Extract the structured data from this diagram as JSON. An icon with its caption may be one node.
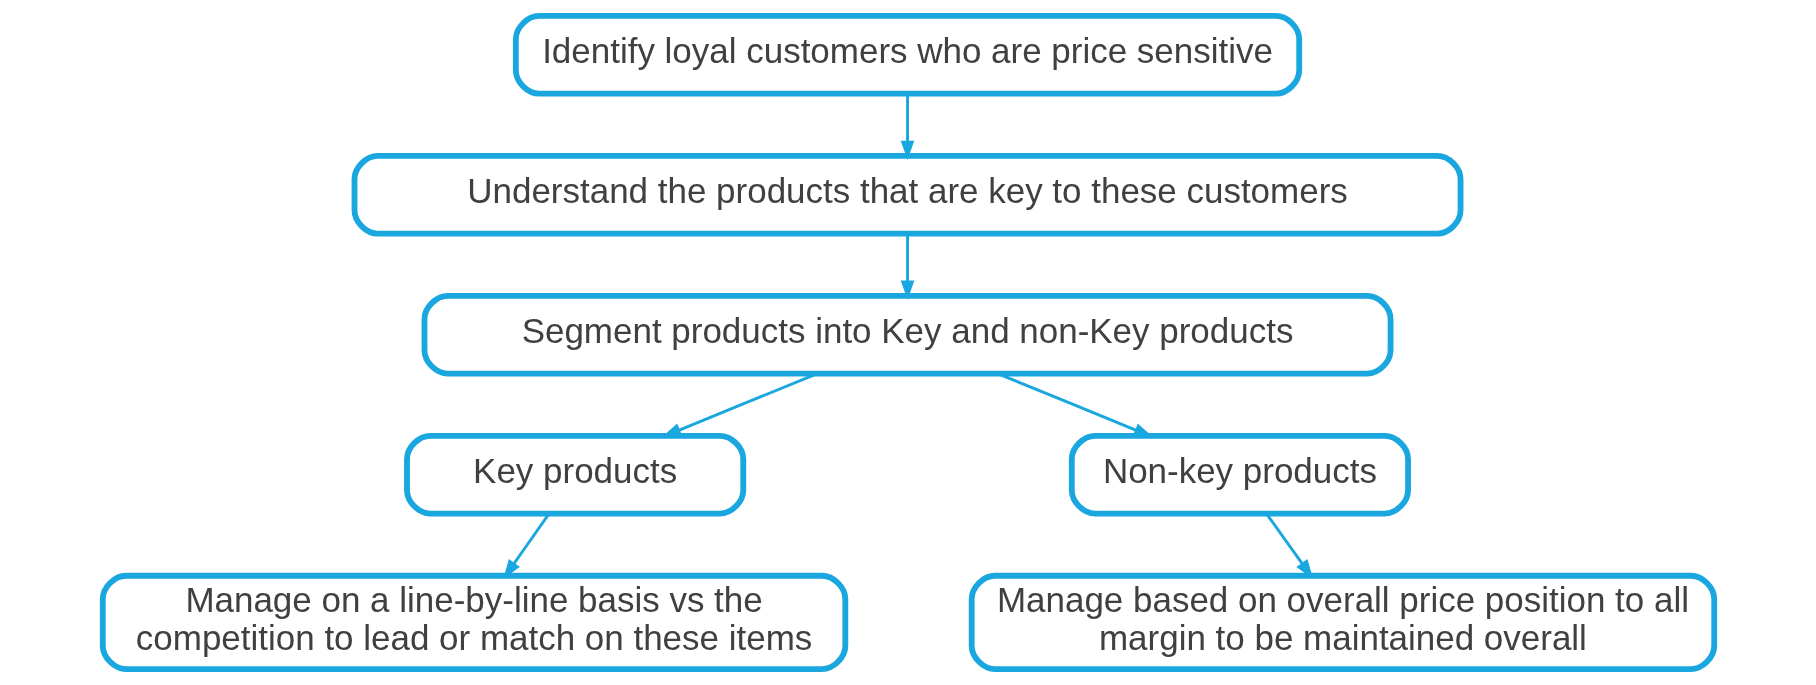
{
  "diagram": {
    "nodes": [
      {
        "text": [
          "Identify loyal customers who are price sensitive"
        ]
      },
      {
        "text": [
          "Understand the products that are key to these customers"
        ]
      },
      {
        "text": [
          "Segment products into Key and non-Key products"
        ]
      },
      {
        "text": [
          "Key products"
        ]
      },
      {
        "text": [
          "Non-key products"
        ]
      },
      {
        "text": [
          "Manage on a line-by-line basis vs the competition to lead or match on these items"
        ]
      },
      {
        "text": [
          "Manage based on overall price position to all margin to be maintained overall"
        ]
      }
    ],
    "edges": [
      {
        "from": 0,
        "to": 1,
        "arrow": "to"
      },
      {
        "from": 1,
        "to": 2,
        "arrow": "to"
      },
      {
        "from": 2,
        "to": 3,
        "arrow": "to"
      },
      {
        "from": 2,
        "to": 4,
        "arrow": "to"
      },
      {
        "from": 3,
        "to": 5,
        "arrow": "to"
      },
      {
        "from": 4,
        "to": 6,
        "arrow": "to"
      }
    ]
  }
}
